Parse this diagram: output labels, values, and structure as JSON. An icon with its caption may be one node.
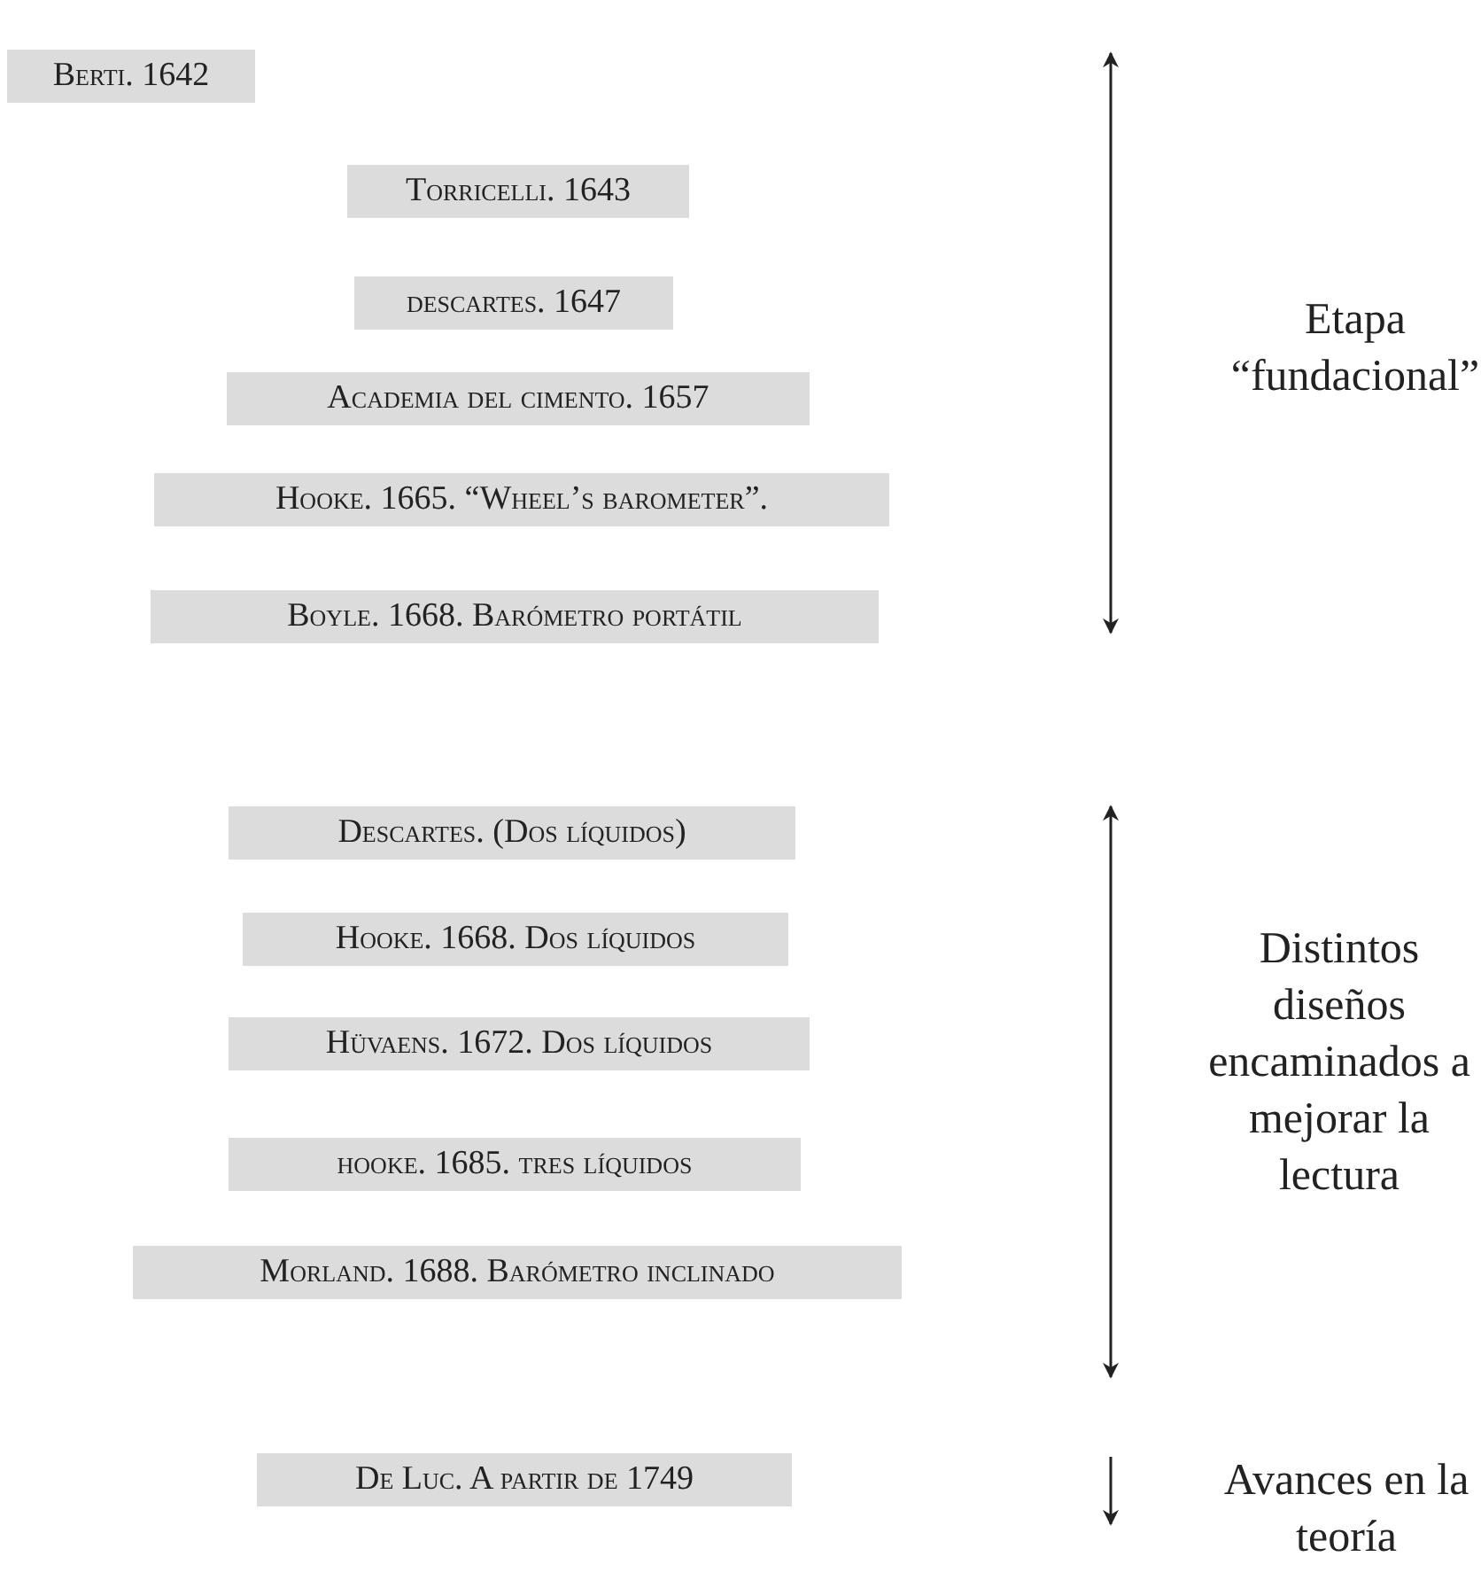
{
  "diagram": {
    "nodes": [
      {
        "text": [
          "Berti. 1642"
        ]
      },
      {
        "text": [
          "Torricelli. 1643"
        ]
      },
      {
        "text": [
          "descartes. 1647"
        ]
      },
      {
        "text": [
          "Academia del cimento. 1657"
        ]
      },
      {
        "text": [
          "Hooke. 1665. “Wheel’s barometer”."
        ]
      },
      {
        "text": [
          "Boyle. 1668. Barómetro portátil"
        ]
      },
      {
        "text": [
          "Descartes. (Dos líquidos)"
        ]
      },
      {
        "text": [
          "Hooke. 1668. Dos líquidos"
        ]
      },
      {
        "text": [
          "Hüvaens. 1672. Dos líquidos"
        ]
      },
      {
        "text": [
          "hooke. 1685. tres líquidos"
        ]
      },
      {
        "text": [
          "Morland. 1688. Barómetro inclinado"
        ]
      },
      {
        "text": [
          "De Luc. A partir de 1749"
        ]
      }
    ],
    "labels": [
      "Etapa “fundacional”",
      "Distintos diseños encaminados a mejorar la lectura",
      "Avances en la teoría"
    ]
  }
}
